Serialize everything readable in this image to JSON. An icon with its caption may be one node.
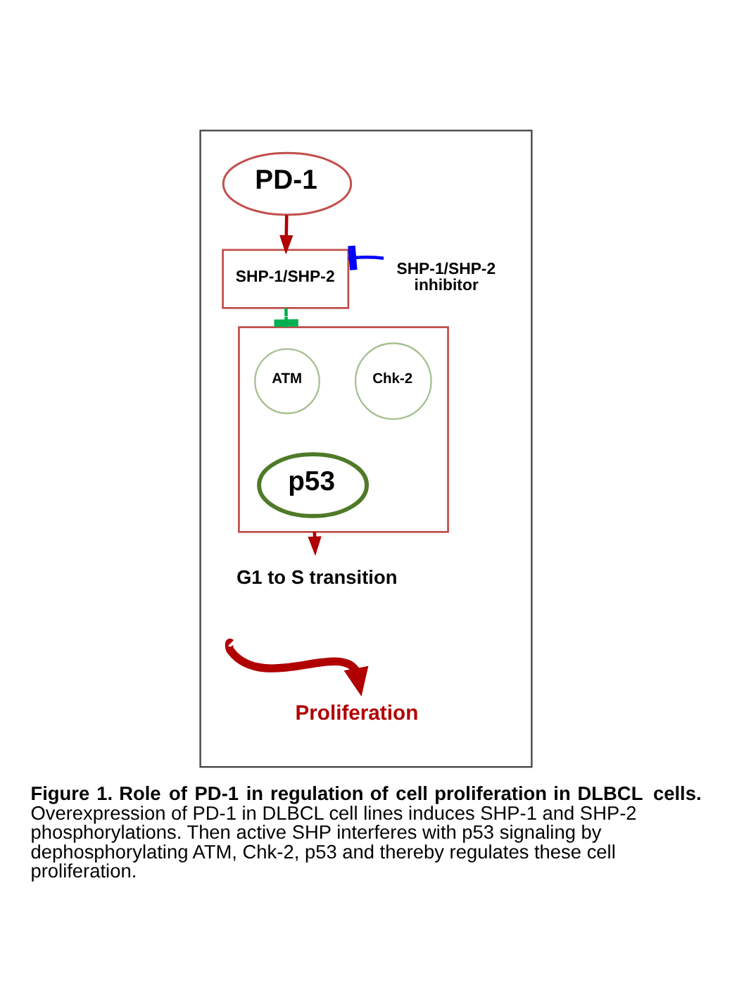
{
  "diagram": {
    "caption": "**Figure 1. Role of PD-1 in regulation of cell proliferation in DLBCL cells.** Overexpression of PD-1 in DLBCL cell lines induces SHP-1 and SHP-2 phosphorylations. Then active SHP interferes with p53 signaling by dephosphorylating ATM, Chk-2, p53 and thereby regulates these cell proliferation.",
    "nodes": [
      {
        "text": [],
        "shape": "box"
      },
      {
        "text": [
          "PD-1"
        ],
        "in": 0
      },
      {
        "text": [
          "SHP-1/SHP-2"
        ],
        "in": 0
      },
      {
        "text": [
          "SHP-1/SHP-2 inhibitor"
        ],
        "in": 0
      },
      {
        "text": [],
        "shape": "box",
        "in": 0
      },
      {
        "text": [
          "ATM"
        ],
        "in": 4
      },
      {
        "text": [
          "Chk-2"
        ],
        "in": 4
      },
      {
        "text": [
          "p53"
        ],
        "in": 4
      },
      {
        "text": [
          "G1 to S transition"
        ],
        "in": 0
      },
      {
        "text": [
          "Proliferation"
        ],
        "in": 0
      }
    ],
    "edges": [
      {
        "from": 1,
        "to": 2,
        "arrow": "to"
      },
      {
        "from": 2,
        "to": 4,
        "arrow": "other",
        "color": "#00b050"
      },
      {
        "from": 3,
        "to": 2,
        "arrow": "other",
        "color": "#0000ff"
      },
      {
        "from": 4,
        "to": 8,
        "arrow": "to"
      },
      {
        "from": null,
        "to": 9,
        "arrow": "to",
        "style": "thick"
      }
    ]
  }
}
